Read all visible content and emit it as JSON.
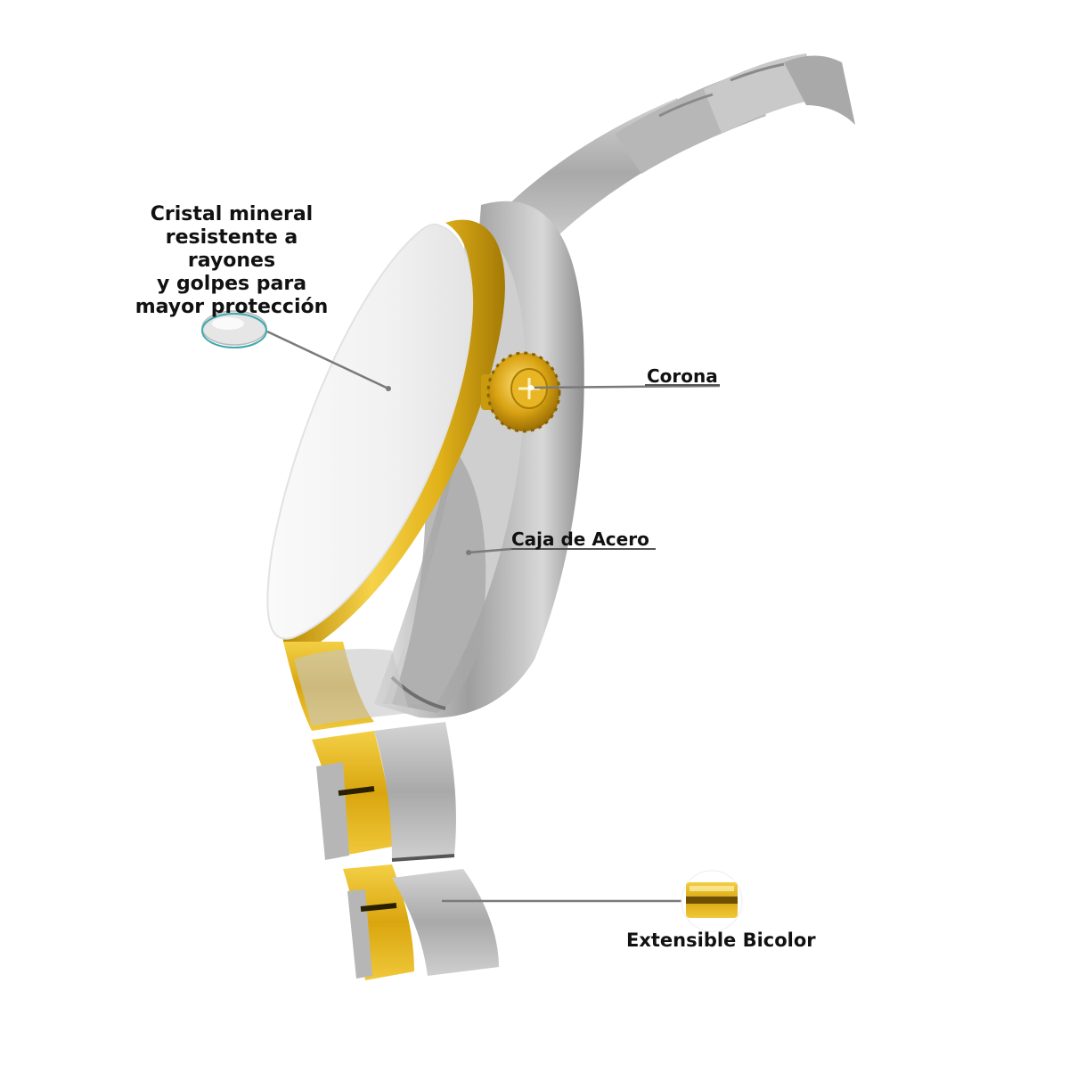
{
  "callouts": {
    "crystal": {
      "lines": [
        "Cristal mineral",
        "resistente a rayones",
        "y golpes para",
        "mayor protección"
      ],
      "icon": "mineral-crystal-icon"
    },
    "crown": {
      "label": "Corona"
    },
    "case": {
      "label": "Caja de Acero"
    },
    "bracelet": {
      "label": "Extensible Bicolor",
      "icon": "gold-link-icon"
    }
  },
  "colors": {
    "gold": "#e0b014",
    "steel": "#bcbcbc",
    "leader_line": "#7a7a7a",
    "text": "#111111"
  }
}
